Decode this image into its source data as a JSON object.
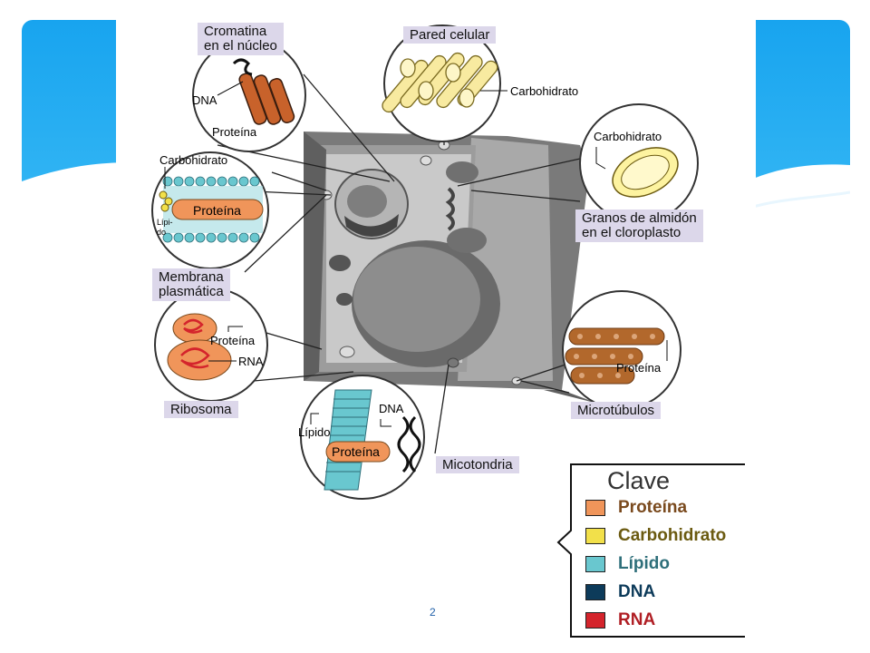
{
  "slide": {
    "page_number": "2"
  },
  "figure": {
    "labels": {
      "chromatin": [
        "Cromatina",
        "en el núcleo"
      ],
      "cell_wall": "Pared celular",
      "plasma_membrane": [
        "Membrana",
        "plasmática"
      ],
      "starch": [
        "Granos de almidón",
        "en el cloroplasto"
      ],
      "ribosome": "Ribosoma",
      "mitochondria": "Micotondria",
      "microtubules": "Microtúbulos"
    },
    "insets": {
      "chromatin_dna": "DNA",
      "chromatin_protein": "Proteína",
      "wall_carbohydrate": "Carbohidrato",
      "membrane_carbohydrate": "Carbohidrato",
      "membrane_protein": "Proteína",
      "membrane_lipid": [
        "Lípi-",
        "do"
      ],
      "starch_carbohydrate": "Carbohidrato",
      "ribosome_protein": "Proteína",
      "ribosome_rna": "RNA",
      "mito_dna": "DNA",
      "mito_lipid": "Lípido",
      "mito_protein": "Proteína",
      "micro_protein": "Proteína"
    }
  },
  "legend": {
    "title": "Clave",
    "items": [
      {
        "label": "Proteína",
        "color": "#f0955a",
        "text_color": "#7a4a1e"
      },
      {
        "label": "Carbohidrato",
        "color": "#f2e04a",
        "text_color": "#6b5a10"
      },
      {
        "label": "Lípido",
        "color": "#69c7cf",
        "text_color": "#2e6f7a"
      },
      {
        "label": "DNA",
        "color": "#0d3b5a",
        "text_color": "#0d3b5a"
      },
      {
        "label": "RNA",
        "color": "#d4242c",
        "text_color": "#b01e24"
      }
    ]
  },
  "colors": {
    "accent_blue": "#2a9ee8",
    "label_bg": "#dcd7ea"
  }
}
